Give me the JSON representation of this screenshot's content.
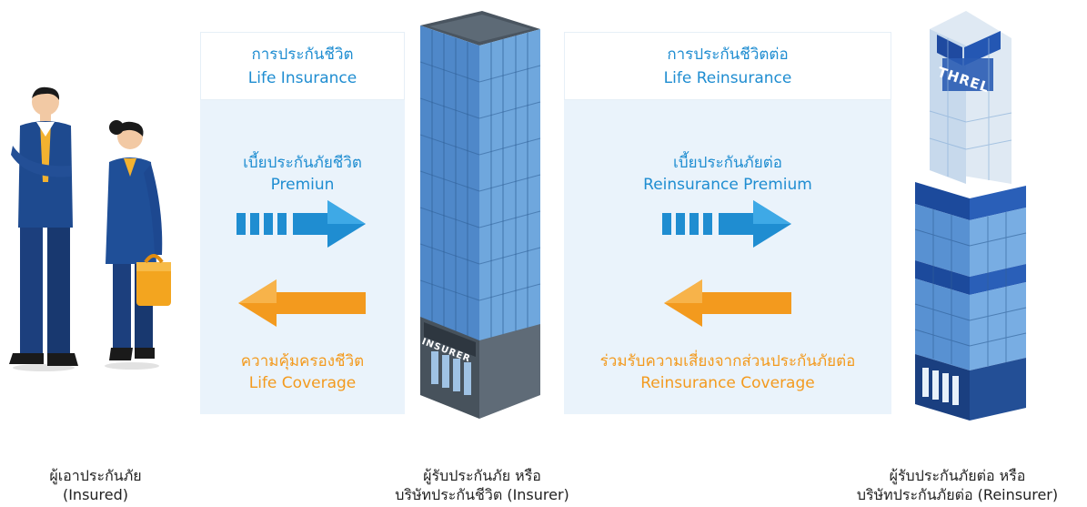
{
  "colors": {
    "blue": "#1f8dd1",
    "orange": "#f39a1e",
    "panel": "#eaf3fb"
  },
  "left_flow": {
    "title_th": "การประกันชีวิต",
    "title_en": "Life Insurance",
    "premium_th": "เบี้ยประกันภัยชีวิต",
    "premium_en": "Premiun",
    "coverage_th": "ความคุ้มครองชีวิต",
    "coverage_en": "Life Coverage"
  },
  "right_flow": {
    "title_th": "การประกันชีวิตต่อ",
    "title_en": "Life Reinsurance",
    "premium_th": "เบี้ยประกันภัยต่อ",
    "premium_en": "Reinsurance Premium",
    "coverage_th": "ร่วมรับความเสี่ยงจากส่วนประกันภัยต่อ",
    "coverage_en": "Reinsurance Coverage"
  },
  "insured": {
    "label_th": "ผู้เอาประกันภัย",
    "label_en": "(Insured)",
    "icon": "people-icon"
  },
  "insurer": {
    "label_th": "ผู้รับประกันภัย หรือ",
    "label_en": "บริษัทประกันชีวิต (Insurer)",
    "sign": "INSURER",
    "icon": "office-building-icon"
  },
  "reinsurer": {
    "label_th": "ผู้รับประกันภัยต่อ หรือ",
    "label_en": "บริษัทประกันภัยต่อ (Reinsurer)",
    "logo": "THREL",
    "icon": "tower-building-icon"
  }
}
